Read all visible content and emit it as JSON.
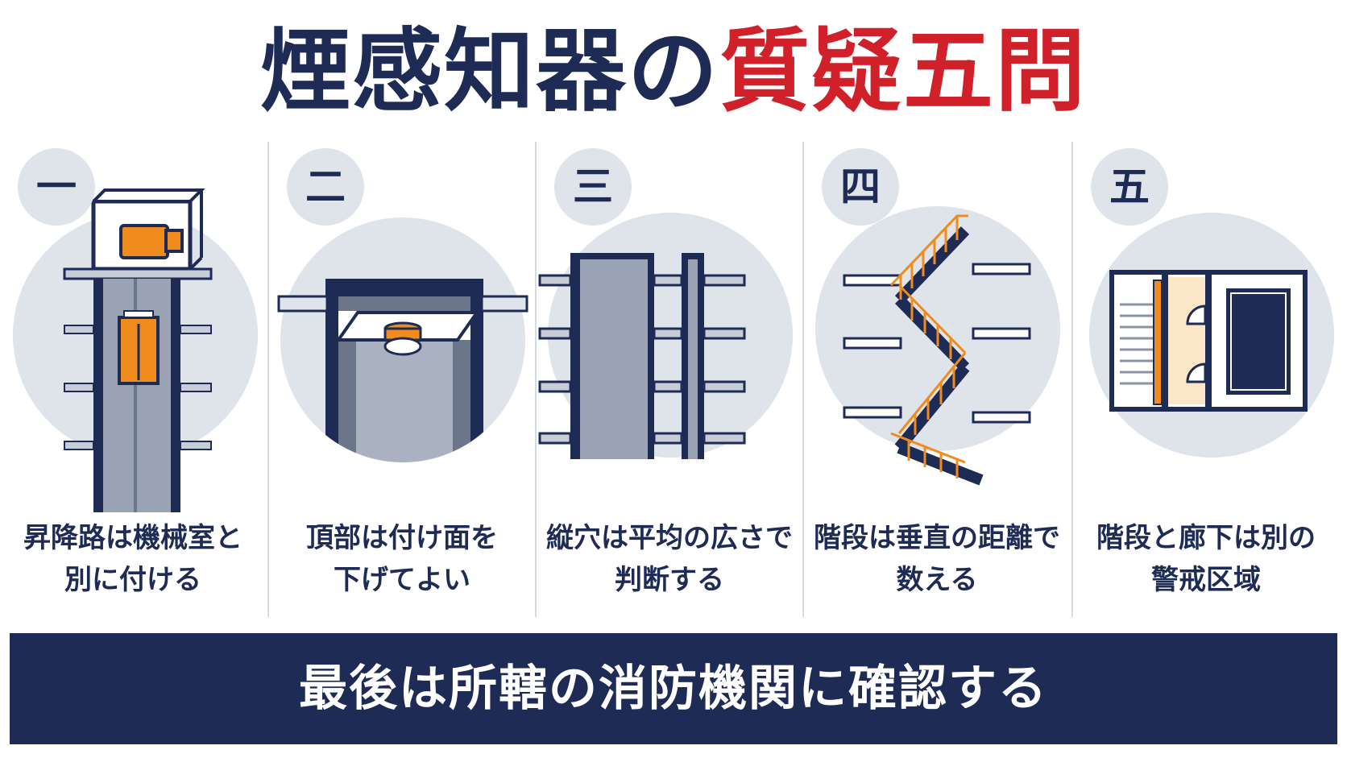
{
  "title": {
    "part1": "煙感知器の",
    "part2": "質疑五問"
  },
  "panels": [
    {
      "number": "一",
      "caption_line1": "昇降路は機械室と",
      "caption_line2": "別に付ける"
    },
    {
      "number": "二",
      "caption_line1": "頂部は付け面を",
      "caption_line2": "下げてよい"
    },
    {
      "number": "三",
      "caption_line1": "縦穴は平均の広さで",
      "caption_line2": "判断する"
    },
    {
      "number": "四",
      "caption_line1": "階段は垂直の距離で",
      "caption_line2": "数える"
    },
    {
      "number": "五",
      "caption_line1": "階段と廊下は別の",
      "caption_line2": "警戒区域"
    }
  ],
  "footer": {
    "text": "最後は所轄の消防機関に確認する"
  },
  "colors": {
    "navy": "#1d2b55",
    "red": "#d0202a",
    "orange": "#f08c1e",
    "circle": "#dfe3ea"
  }
}
